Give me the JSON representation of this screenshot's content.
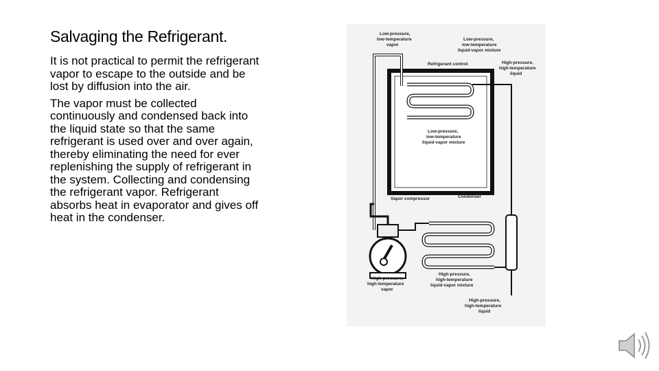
{
  "slide": {
    "title": "Salvaging the Refrigerant.",
    "paragraphs": [
      "It is not practical to permit the refrigerant vapor to escape to the outside and be lost by diffusion into the air.",
      "The vapor must be collected continuously and condensed back into the liquid state so that the same refrigerant is used over and over again, thereby eliminating the need for ever replenishing the supply of refrigerant in the system. Collecting and condensing the refrigerant vapor. Refrigerant absorbs heat in evaporator and gives off heat in the condenser."
    ]
  },
  "diagram": {
    "labels": {
      "low_pressure_vapor": [
        "Low-pressure,",
        "low-temperature",
        "vapor"
      ],
      "low_pressure_mixture_top": [
        "Low-pressure,",
        "low-temperature",
        "liquid-vapor mixture"
      ],
      "refrigerant_control": "Refrigerant control",
      "high_pressure_liquid_top": [
        "High-pressure,",
        "high-temperature",
        "liquid"
      ],
      "low_pressure_mixture_mid": [
        "Low-pressure,",
        "low-temperature",
        "liquid-vapor mixture"
      ],
      "vapor_compressor": "Vapor compressor",
      "condenser": "Condenser",
      "high_pressure_vapor": [
        "High-pressure,",
        "high-temperature",
        "vapor"
      ],
      "high_pressure_mixture": [
        "High-pressure,",
        "high-temperature",
        "liquid-vapor mixture"
      ],
      "high_pressure_liquid_bottom": [
        "High-pressure,",
        "high-temperature",
        "liquid"
      ]
    }
  },
  "audio": {
    "icon": "speaker-icon"
  }
}
